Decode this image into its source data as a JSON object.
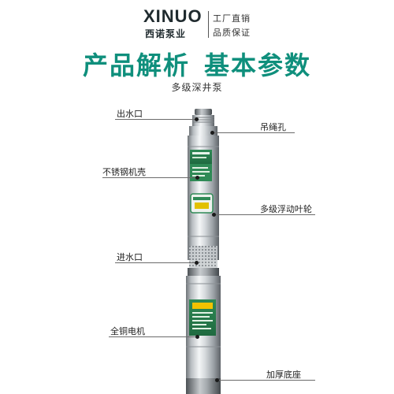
{
  "brand": {
    "logo": "XINUO",
    "name_cn": "西诺泵业",
    "tagline_1": "工厂直销",
    "tagline_2": "品质保证"
  },
  "header": {
    "title_left": "产品解析",
    "title_right": "基本参数",
    "subtitle": "多级深井泵"
  },
  "callouts": {
    "outlet": "出水口",
    "lifting_hole": "吊绳孔",
    "shell": "不锈钢机壳",
    "impeller": "多级浮动叶轮",
    "inlet": "进水口",
    "motor": "全铜电机",
    "base": "加厚底座"
  },
  "colors": {
    "accent": "#0f8f7c",
    "label_green": "#2e7d4f",
    "label_yellow": "#f2c200"
  }
}
